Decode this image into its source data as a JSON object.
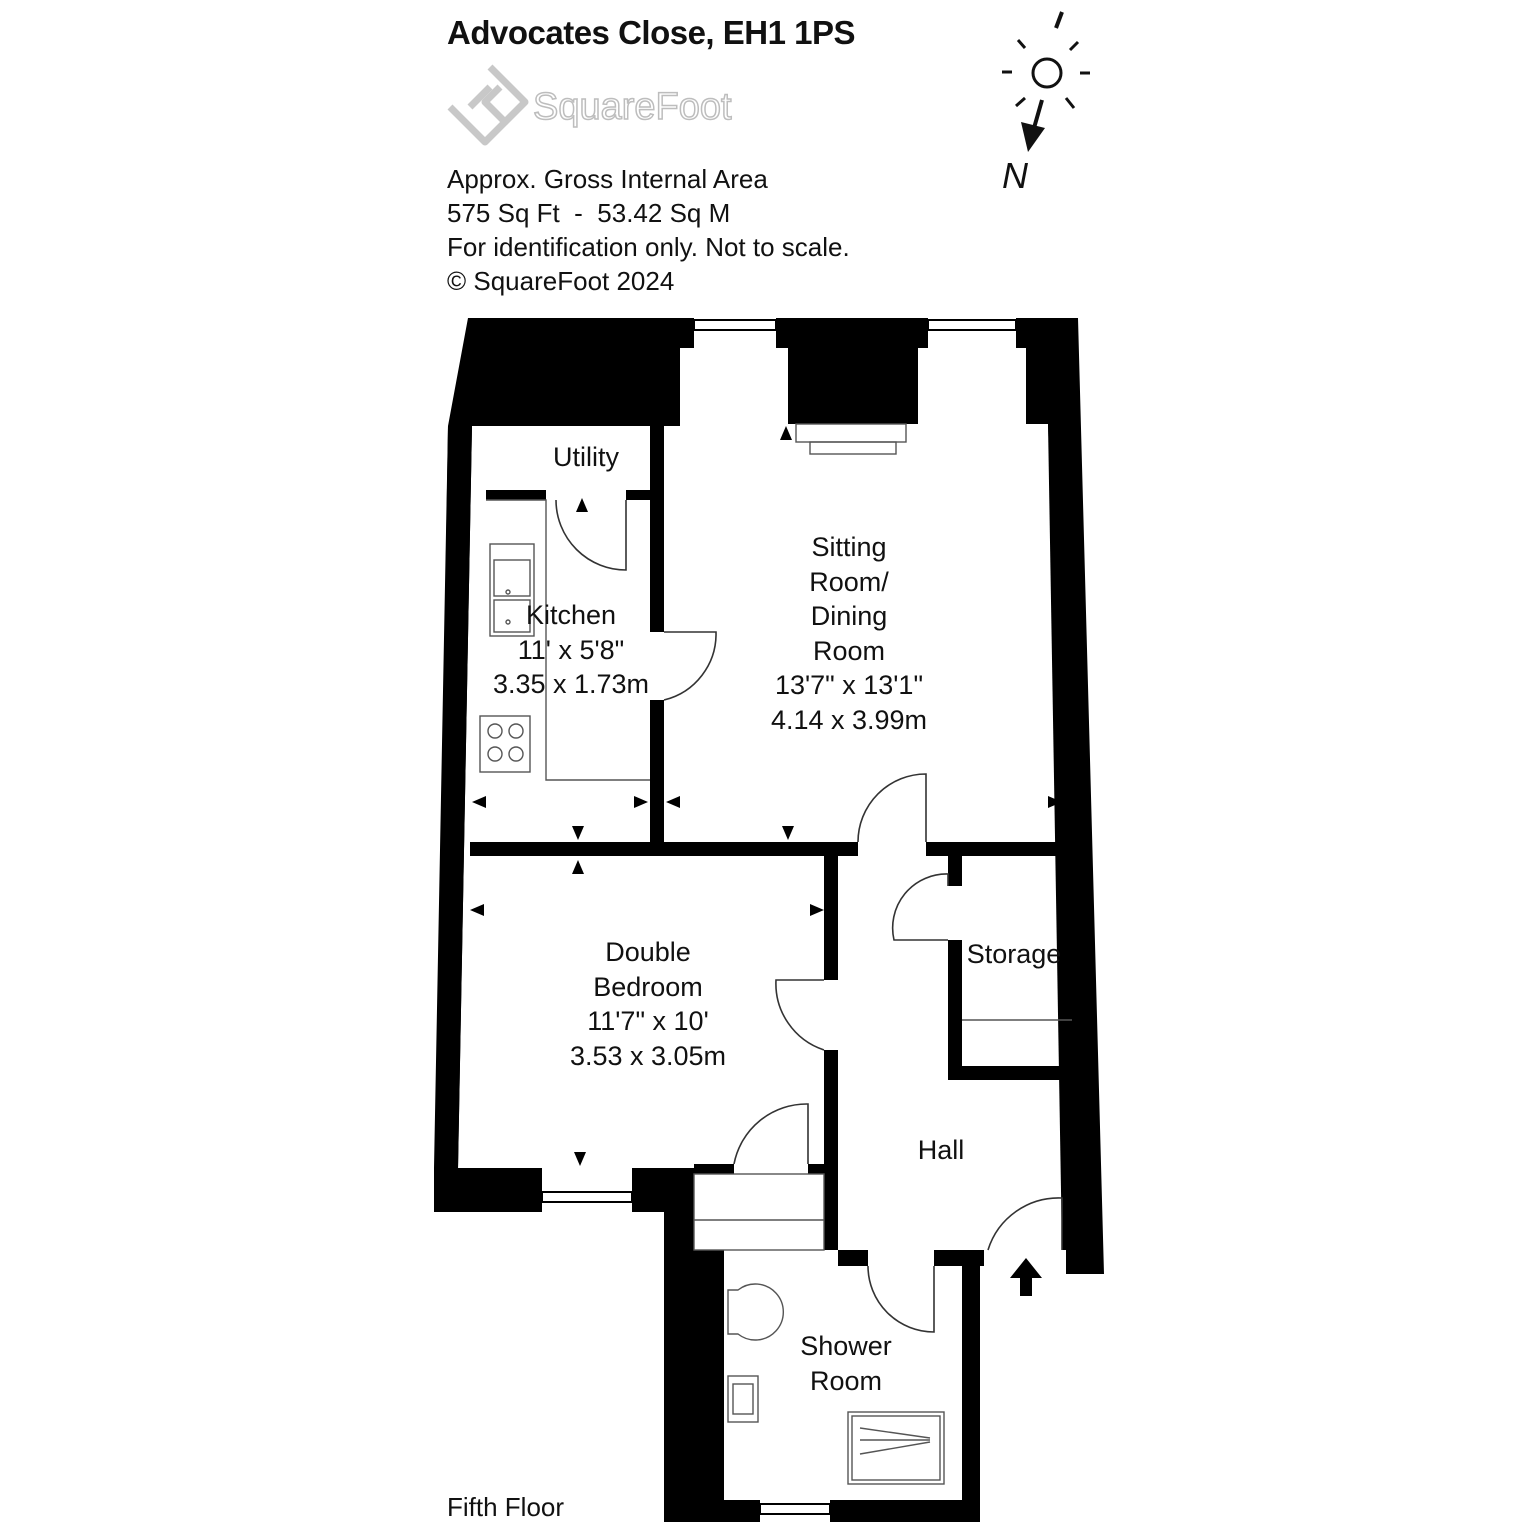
{
  "header": {
    "title": "Advocates Close, EH1 1PS",
    "brand": "SquareFoot",
    "area_caption": "Approx. Gross Internal Area",
    "area_value": "575 Sq Ft  -  53.42 Sq M",
    "disclaimer": "For identification only. Not to scale.",
    "copyright": "© SquareFoot 2024"
  },
  "compass": {
    "label": "N"
  },
  "rooms": {
    "utility": {
      "name": "Utility"
    },
    "kitchen": {
      "name": "Kitchen",
      "imperial": "11' x 5'8\"",
      "metric": "3.35 x 1.73m"
    },
    "sitting": {
      "line1": "Sitting",
      "line2": "Room/",
      "line3": "Dining",
      "line4": "Room",
      "imperial": "13'7\" x 13'1\"",
      "metric": "4.14 x 3.99m"
    },
    "bedroom": {
      "line1": "Double",
      "line2": "Bedroom",
      "imperial": "11'7\" x 10'",
      "metric": "3.53 x 3.05m"
    },
    "storage": {
      "name": "Storage"
    },
    "hall": {
      "name": "Hall"
    },
    "shower": {
      "line1": "Shower",
      "line2": "Room"
    }
  },
  "footer": {
    "floor": "Fifth Floor"
  },
  "colors": {
    "wall": "#000000",
    "logo": "#c8c8c8",
    "background": "#ffffff"
  }
}
